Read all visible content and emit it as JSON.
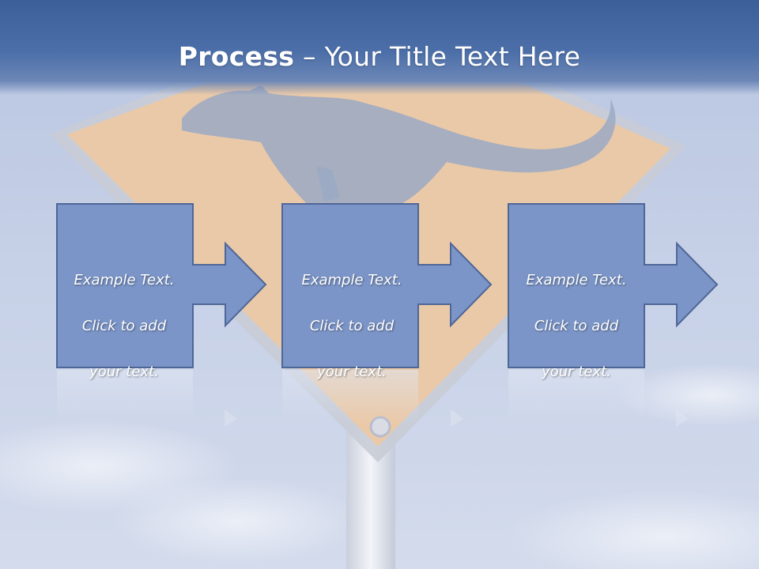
{
  "slide": {
    "title_bold": "Process",
    "title_rest": " – Your Title Text Here",
    "background_theme": "kangaroo-crossing-sign-over-sky",
    "colors": {
      "title_band": "#4c6fa9",
      "step_fill": "#7b95c8",
      "step_border": "#4f6797",
      "text": "#ffffff",
      "sign_fill": "#eac9a8"
    }
  },
  "steps": [
    {
      "text_line1": "Example Text.",
      "text_line2": "Click  to add",
      "text_line3": "your text."
    },
    {
      "text_line1": "Example Text.",
      "text_line2": "Click  to add",
      "text_line3": "your text."
    },
    {
      "text_line1": "Example Text.",
      "text_line2": "Click  to add",
      "text_line3": "your text."
    }
  ]
}
